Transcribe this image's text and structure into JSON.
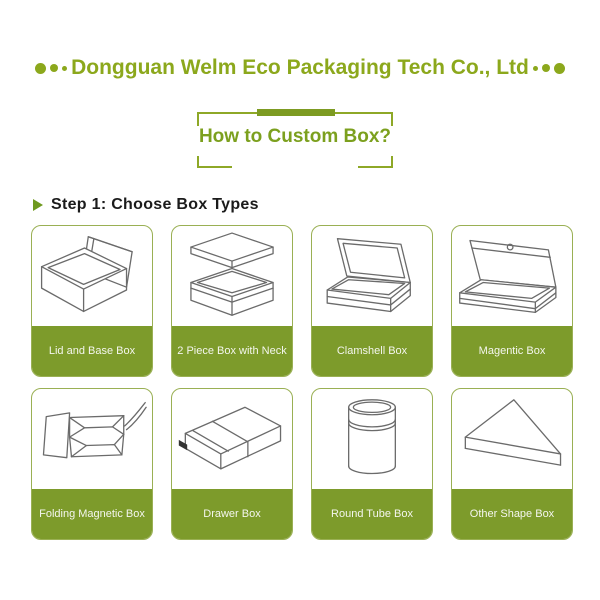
{
  "header": {
    "company_name": "Dongguan Welm Eco Packaging Tech Co., Ltd",
    "decoration": "three-dots-each-side"
  },
  "banner": {
    "title": "How to Custom Box?"
  },
  "step1": {
    "label": "Step 1: Choose Box Types"
  },
  "boxes": [
    {
      "label": "Lid and Base Box",
      "icon": "lid-and-base-box-icon"
    },
    {
      "label": "2 Piece Box with Neck",
      "icon": "two-piece-box-with-neck-icon"
    },
    {
      "label": "Clamshell Box",
      "icon": "clamshell-box-icon"
    },
    {
      "label": "Magentic Box",
      "icon": "magnetic-box-icon"
    },
    {
      "label": "Folding Magnetic Box",
      "icon": "folding-magnetic-box-icon"
    },
    {
      "label": "Drawer Box",
      "icon": "drawer-box-icon"
    },
    {
      "label": "Round Tube Box",
      "icon": "round-tube-box-icon"
    },
    {
      "label": "Other Shape Box",
      "icon": "other-shape-box-icon"
    }
  ],
  "colors": {
    "header_green": "#8CA81C",
    "banner_green": "#7CA01E",
    "bar_green": "#7d9b22",
    "label_bg_green": "#7d9b2b",
    "card_border_green": "#9ab054",
    "step_triangle_green": "#6f9a1f",
    "line_art_gray": "#6b6b6b",
    "label_text": "#f4f6ee",
    "step_text": "#1b1b1b",
    "background": "#ffffff"
  }
}
